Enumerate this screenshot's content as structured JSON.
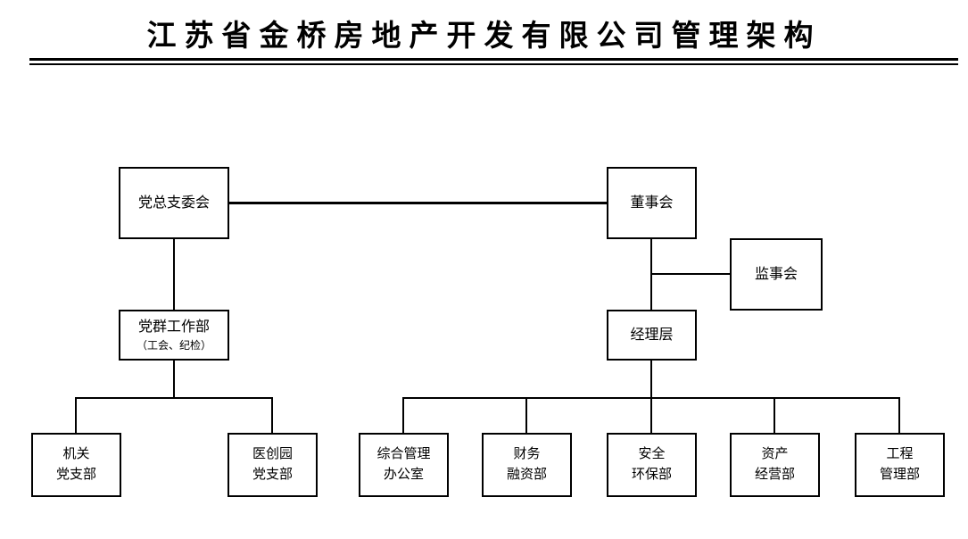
{
  "title": "江苏省金桥房地产开发有限公司管理架构",
  "org": {
    "party_committee": {
      "label": "党总支委会"
    },
    "board": {
      "label": "董事会"
    },
    "supervisory_board": {
      "label": "监事会"
    },
    "party_mass_dept": {
      "label": "党群工作部",
      "sublabel": "（工会、纪检）"
    },
    "management_level": {
      "label": "经理层"
    },
    "agency_party_branch": {
      "line1": "机关",
      "line2": "党支部"
    },
    "yichuangyuan_party_branch": {
      "line1": "医创园",
      "line2": "党支部"
    },
    "general_management_office": {
      "line1": "综合管理",
      "line2": "办公室"
    },
    "finance_financing_dept": {
      "line1": "财务",
      "line2": "融资部"
    },
    "safety_environment_dept": {
      "line1": "安全",
      "line2": "环保部"
    },
    "asset_operation_dept": {
      "line1": "资产",
      "line2": "经营部"
    },
    "engineering_management_dept": {
      "line1": "工程",
      "line2": "管理部"
    }
  }
}
